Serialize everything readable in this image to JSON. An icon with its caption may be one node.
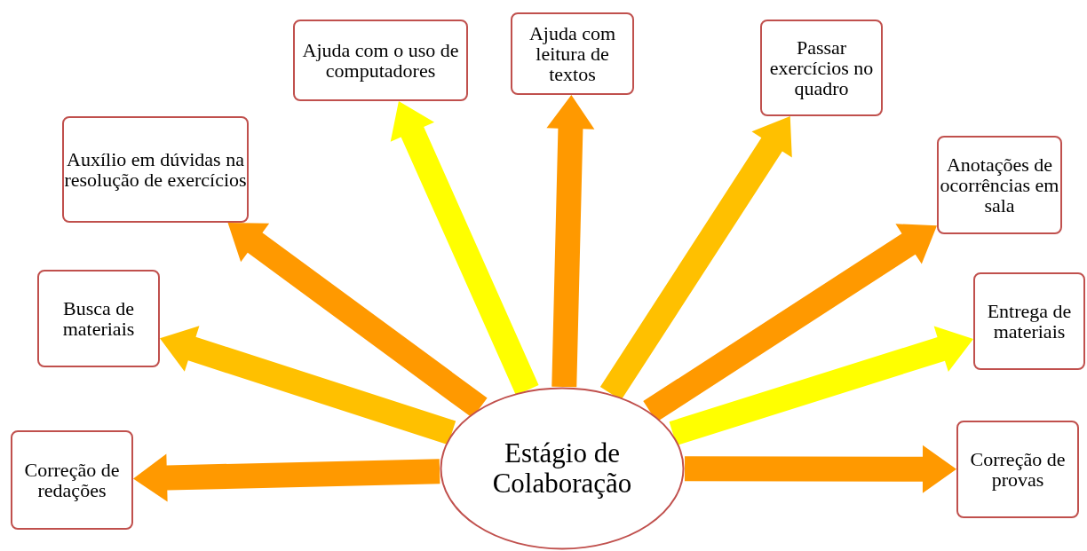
{
  "diagram": {
    "nodes": [
      {
        "text": [
          "Estágio de Colaboração"
        ]
      },
      {
        "text": [
          "Correção de redações"
        ]
      },
      {
        "text": [
          "Busca de materiais"
        ]
      },
      {
        "text": [
          "Auxílio em dúvidas na resolução de exercícios"
        ]
      },
      {
        "text": [
          "Ajuda com o uso de computadores"
        ]
      },
      {
        "text": [
          "Ajuda com leitura de textos"
        ]
      },
      {
        "text": [
          "Passar exercícios no quadro"
        ]
      },
      {
        "text": [
          "Anotações de ocorrências em sala"
        ]
      },
      {
        "text": [
          "Entrega de materiais"
        ]
      },
      {
        "text": [
          "Correção de provas"
        ]
      }
    ],
    "edges": [
      {
        "from": 0,
        "to": 1,
        "arrow": "to"
      },
      {
        "from": 0,
        "to": 2,
        "arrow": "to",
        "color": "#ffc000"
      },
      {
        "from": 0,
        "to": 3,
        "arrow": "to"
      },
      {
        "from": 0,
        "to": 4,
        "arrow": "to",
        "color": "#ffff00"
      },
      {
        "from": 0,
        "to": 5,
        "arrow": "to"
      },
      {
        "from": 0,
        "to": 6,
        "arrow": "to",
        "color": "#ffc000"
      },
      {
        "from": 0,
        "to": 7,
        "arrow": "to"
      },
      {
        "from": 0,
        "to": 8,
        "arrow": "to",
        "color": "#ffff00"
      },
      {
        "from": 0,
        "to": 9,
        "arrow": "to"
      }
    ]
  }
}
